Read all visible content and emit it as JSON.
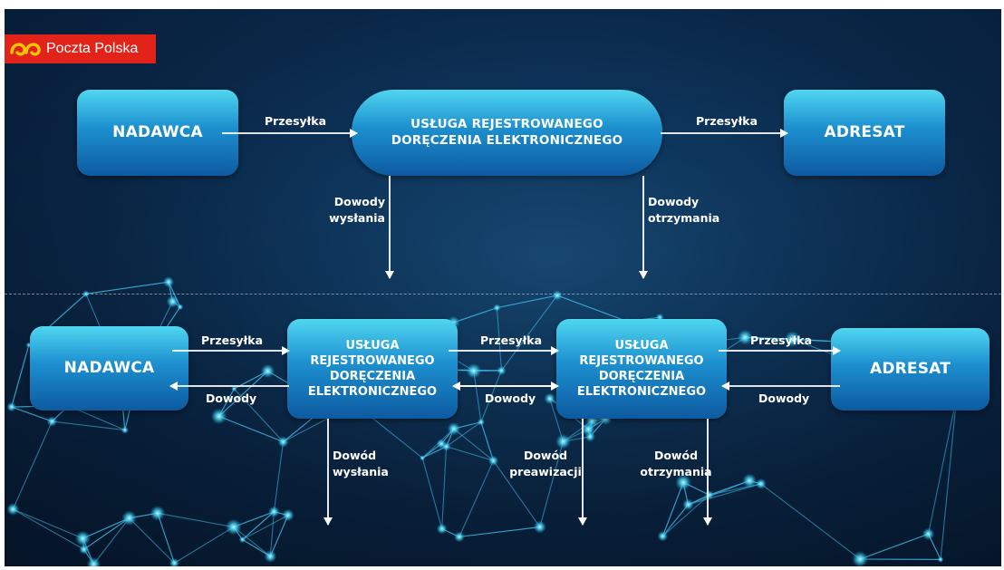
{
  "logo": {
    "text": "Poczta Polska"
  },
  "top": {
    "sender": "NADAWCA",
    "service": "USŁUGA REJESTROWANEGO DORĘCZENIA ELEKTRONICZNEGO",
    "recipient": "ADRESAT",
    "arrow_left_label": "Przesyłka",
    "arrow_right_label": "Przesyłka",
    "down_left_label": "Dowody wysłania",
    "down_right_label": "Dowody otrzymania"
  },
  "bottom": {
    "sender": "NADAWCA",
    "service_a": "USŁUGA REJESTROWANEGO DORĘCZENIA ELEKTRONICZNEGO",
    "service_b": "USŁUGA REJESTROWANEGO DORĘCZENIA ELEKTRONICZNEGO",
    "recipient": "ADRESAT",
    "parcel_label_1": "Przesyłka",
    "parcel_label_2": "Przesyłka",
    "parcel_label_3": "Przesyłka",
    "proof_label_1": "Dowody",
    "proof_label_2": "Dowody",
    "proof_label_3": "Dowody",
    "down_label_1": "Dowód wysłania",
    "down_label_2": "Dowód preawizacji",
    "down_label_3": "Dowód otrzymania"
  }
}
